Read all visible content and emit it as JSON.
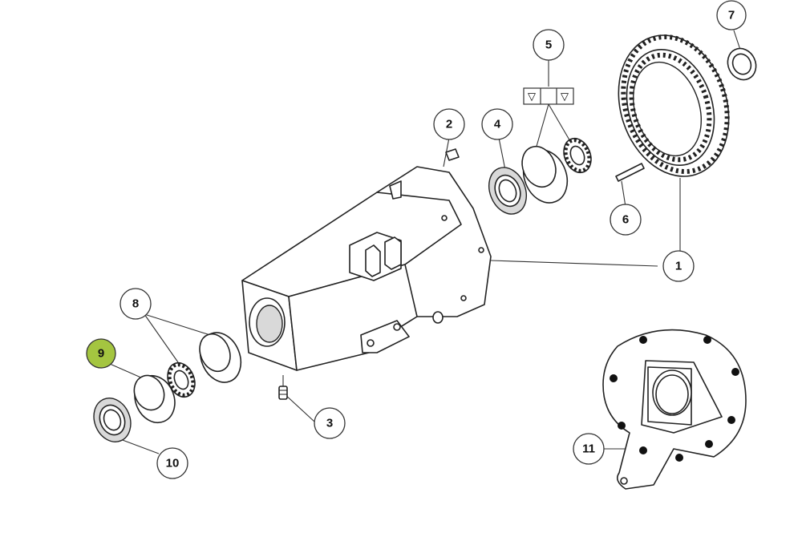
{
  "callouts": [
    {
      "label": "1",
      "highlighted": false
    },
    {
      "label": "2",
      "highlighted": false
    },
    {
      "label": "3",
      "highlighted": false
    },
    {
      "label": "4",
      "highlighted": false
    },
    {
      "label": "5",
      "highlighted": false
    },
    {
      "label": "6",
      "highlighted": false
    },
    {
      "label": "7",
      "highlighted": false
    },
    {
      "label": "8",
      "highlighted": false
    },
    {
      "label": "9",
      "highlighted": true
    },
    {
      "label": "10",
      "highlighted": false
    },
    {
      "label": "11",
      "highlighted": false
    }
  ],
  "shim_symbols": [
    "▽",
    "▽"
  ],
  "colors": {
    "highlight": "#a4c540",
    "line": "#222222"
  }
}
